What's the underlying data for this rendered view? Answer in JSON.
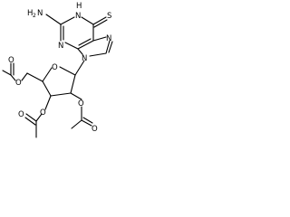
{
  "molecule": {
    "atoms": {
      "amine_h": "H",
      "amine_h_count": "2",
      "amine_n": "N",
      "n1": "N",
      "n1_h": "H",
      "thione_s": "S",
      "n3": "N",
      "n7": "N",
      "n9": "N",
      "ring_o": "O",
      "o5_ester": "O",
      "o5_carbonyl": "O",
      "o3_ester": "O",
      "o3_carbonyl": "O",
      "o2_ester": "O",
      "o2_carbonyl": "O"
    },
    "bond_color": "#000000",
    "background": "#ffffff"
  }
}
